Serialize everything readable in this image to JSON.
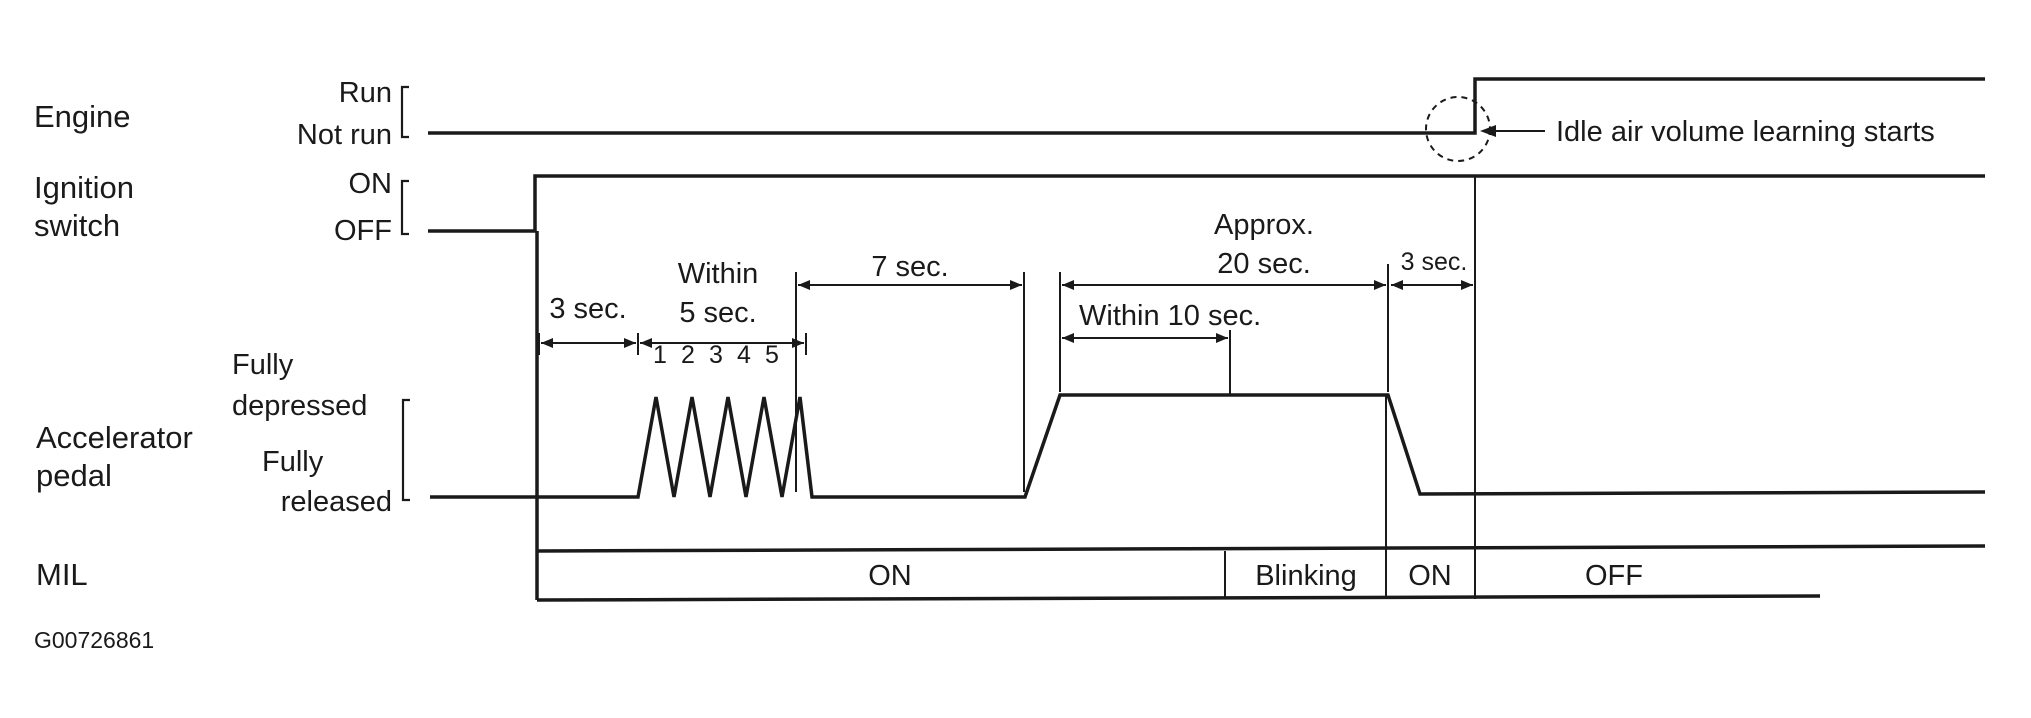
{
  "signals": {
    "engine": {
      "name": "Engine",
      "high_label": "Run",
      "low_label": "Not run"
    },
    "ignition": {
      "name_line1": "Ignition",
      "name_line2": "switch",
      "high_label": "ON",
      "low_label": "OFF"
    },
    "accelerator": {
      "name_line1": "Accelerator",
      "name_line2": "pedal",
      "high_label_line1": "Fully",
      "high_label_line2": "depressed",
      "low_label_line1": "Fully",
      "low_label_line2": "released",
      "pump_counts": [
        "1",
        "2",
        "3",
        "4",
        "5"
      ]
    },
    "mil": {
      "name": "MIL",
      "states": [
        "ON",
        "Blinking",
        "ON",
        "OFF"
      ]
    }
  },
  "timings": {
    "first_wait": "3 sec.",
    "within_5_line1": "Within",
    "within_5_line2": "5 sec.",
    "wait_7": "7 sec.",
    "approx_line1": "Approx.",
    "approx_line2": "20 sec.",
    "within_10": "Within 10 sec.",
    "final_wait": "3 sec."
  },
  "callout": {
    "idle_learning": "Idle air volume learning starts"
  },
  "figure_code": "G00726861"
}
